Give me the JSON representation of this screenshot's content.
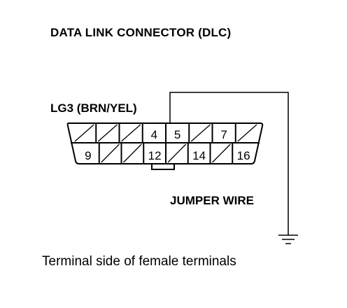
{
  "title": "DATA LINK CONNECTOR (DLC)",
  "wire_label": "LG3 (BRN/YEL)",
  "jumper_label": "JUMPER WIRE",
  "caption": "Terminal side of female terminals",
  "connector": {
    "top_row": [
      "",
      "",
      "",
      "4",
      "5",
      "",
      "7",
      ""
    ],
    "bottom_row": [
      "9",
      "",
      "",
      "12",
      "",
      "14",
      "",
      "16"
    ]
  },
  "symbols": {
    "ground": "ground-symbol"
  }
}
